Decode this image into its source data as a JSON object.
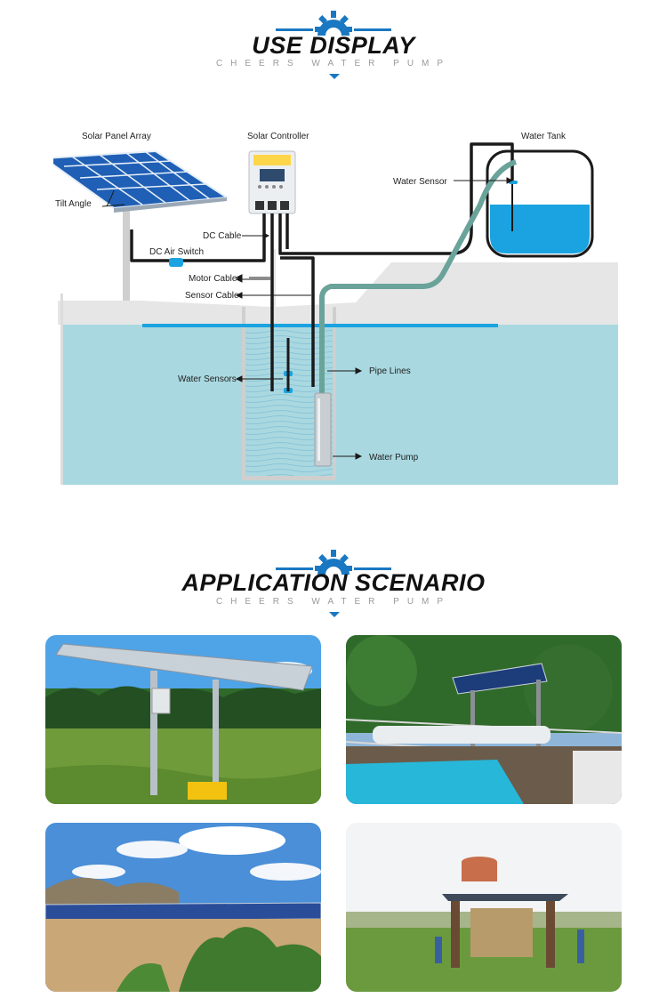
{
  "use_display": {
    "title": "USE DISPLAY",
    "subtitle": "CHEERS WATER PUMP"
  },
  "diagram": {
    "labels": {
      "solar_panel_array": "Solar Panel Array",
      "solar_controller": "Solar Controller",
      "water_tank": "Water Tank",
      "water_sensor": "Water Sensor",
      "tilt_angle": "Tilt  Angle",
      "dc_cable": "DC Cable",
      "dc_air_switch": "DC Air Switch",
      "motor_cable": "Motor Cable",
      "sensor_cable": "Sensor Cable",
      "water_sensors": "Water Sensors",
      "pipe_lines": "Pipe Lines",
      "water_pump": "Water Pump"
    },
    "colors": {
      "panel_blue": "#1f5fb5",
      "water_light": "#a9d8e0",
      "water_line": "#1aa3e0",
      "pipe": "#6aa39a",
      "ground": "#e6e6e6",
      "cable": "#1a1a1a"
    }
  },
  "application_scenario": {
    "title": "APPLICATION SCENARIO",
    "subtitle": "CHEERS WATER PUMP"
  },
  "photos": [
    {
      "name": "solar-field-photo"
    },
    {
      "name": "swimming-pool-photo"
    },
    {
      "name": "solar-farm-photo"
    },
    {
      "name": "water-tower-photo"
    }
  ]
}
